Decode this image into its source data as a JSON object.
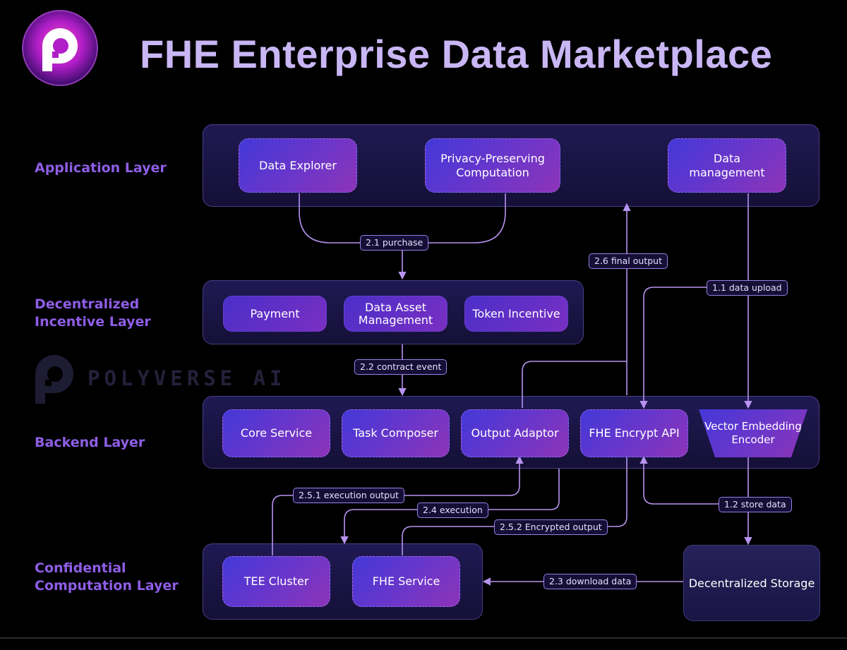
{
  "title": "FHE Enterprise Data Marketplace",
  "watermark": "POLYVERSE AI",
  "colors": {
    "background": "#000000",
    "title": "#c9b6f4",
    "layer_label": "#8e5ee6",
    "arrow": "#b793f0",
    "box_gradient_start": "#4338d8",
    "box_gradient_end": "#8d34b8"
  },
  "layers": {
    "application": "Application Layer",
    "incentive": "Decentralized Incentive Layer",
    "backend": "Backend Layer",
    "confidential": "Confidential Computation Layer"
  },
  "layer_label_lines": {
    "incentive": [
      "Decentralized",
      "Incentive Layer"
    ],
    "confidential": [
      "Confidential",
      "Computation Layer"
    ]
  },
  "application_boxes": {
    "data_explorer": "Data Explorer",
    "privacy_line1": "Privacy-Preserving",
    "privacy_line2": "Computation",
    "data_mgmt_line1": "Data",
    "data_mgmt_line2": "management"
  },
  "incentive_boxes": {
    "payment": "Payment",
    "asset_line1": "Data Asset",
    "asset_line2": "Management",
    "token": "Token Incentive"
  },
  "backend_boxes": {
    "core": "Core Service",
    "task": "Task Composer",
    "output": "Output Adaptor",
    "fhe_api": "FHE Encrypt API",
    "vector_line1": "Vector Embedding",
    "vector_line2": "Encoder"
  },
  "confidential_boxes": {
    "tee": "TEE Cluster",
    "fhe_service": "FHE Service"
  },
  "storage": "Decentralized Storage",
  "edges": {
    "purchase": "2.1 purchase",
    "contract": "2.2 contract event",
    "final_output": "2.6 final output",
    "data_upload": "1.1 data upload",
    "exec_output": "2.5.1 execution output",
    "execution": "2.4 execution",
    "encrypted_output": "2.5.2 Encrypted output",
    "store_data": "1.2 store data",
    "download": "2.3 download data"
  },
  "icons": [
    "polyverse-logo-icon",
    "polyverse-watermark-icon"
  ]
}
